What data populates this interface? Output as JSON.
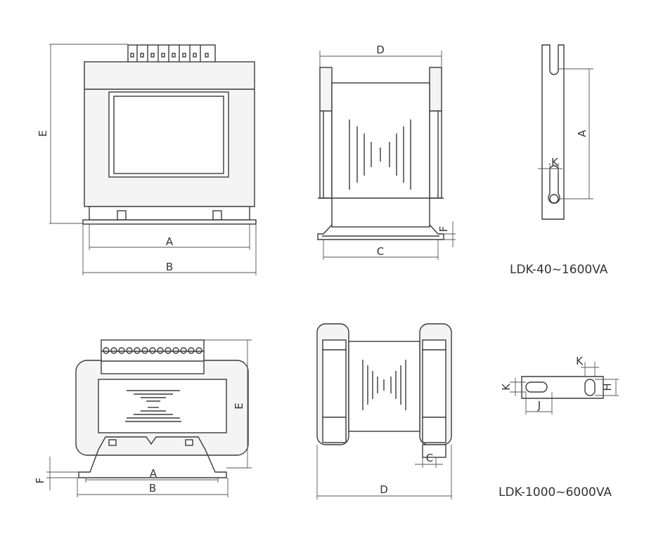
{
  "drawings": {
    "small": {
      "caption": "LDK-40~1600VA",
      "front": {
        "label_a": "A",
        "label_b": "B",
        "label_e": "E"
      },
      "side": {
        "label_c": "C",
        "label_d": "D",
        "label_f": "F"
      },
      "slot": {
        "label_a": "A",
        "label_k": "K"
      }
    },
    "large": {
      "caption": "LDK-1000~6000VA",
      "front": {
        "label_a": "A",
        "label_b": "B",
        "label_e": "E",
        "label_f": "F"
      },
      "side": {
        "label_c": "C",
        "label_d": "D"
      },
      "slot": {
        "label_k_top": "K",
        "label_k_left": "K",
        "label_j": "J",
        "label_h": "H"
      }
    }
  }
}
